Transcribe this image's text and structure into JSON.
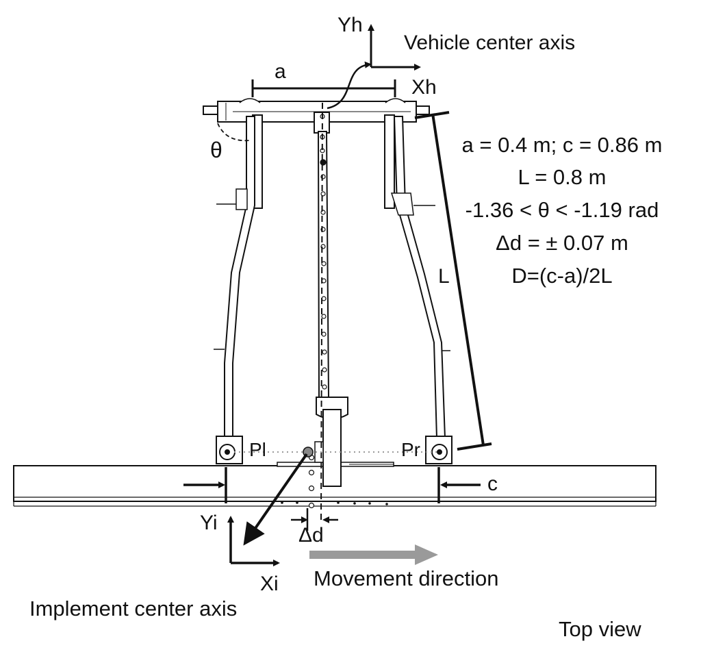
{
  "labels": {
    "vehicle_axis_y": "Yh",
    "vehicle_axis_x": "Xh",
    "vehicle_center_axis": "Vehicle center axis",
    "dim_a": "a",
    "theta": "θ",
    "dim_L": "L",
    "pivot_left": "Pl",
    "pivot_right": "Pr",
    "dim_c": "c",
    "implement_axis_y": "Yi",
    "implement_axis_x": "Xi",
    "offset_delta": "Δd",
    "movement_direction": "Movement direction",
    "implement_center_axis": "Implement center axis",
    "view": "Top view"
  },
  "parameters": [
    "a = 0.4 m; c = 0.86 m",
    "L = 0.8 m",
    "-1.36 < θ < -1.19 rad",
    "Δd = ± 0.07 m",
    "D=(c-a)/2L"
  ],
  "colors": {
    "line": "#111111",
    "movement_arrow": "#9a9a9a",
    "dotted_line": "#9a9a9a"
  }
}
